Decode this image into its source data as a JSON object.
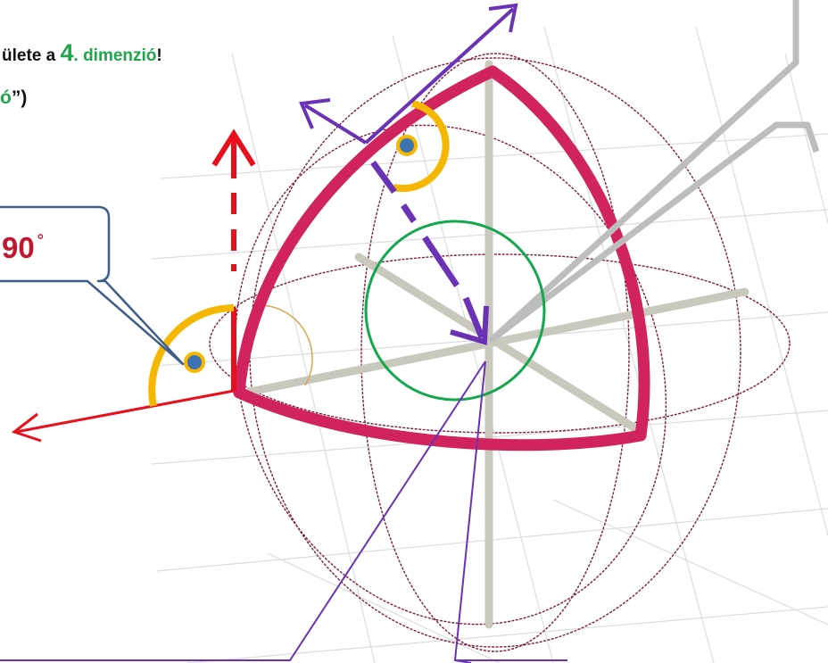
{
  "heading": {
    "line1_prefix": "ülete a ",
    "line1_number": "4",
    "line1_dot": ".",
    "line1_word": " dimenzió",
    "line1_bang": "!",
    "line2_green": "ó",
    "line2_rest": "”)"
  },
  "callout_angle": {
    "value": "90",
    "unit": "°"
  },
  "colors": {
    "sphere_wire": "#7a1f3d",
    "tube": "#d1245f",
    "axis": "#c8c8bd",
    "grid": "#d8dde2",
    "red_arrow": "#e8101c",
    "purple_arrow": "#6a33b5",
    "orange_arc": "#f5b700",
    "green_circle": "#13a84e",
    "callout_border": "#3f5f8a",
    "dot_fill": "#3c73b4",
    "heading_green": "#1fa64a",
    "heading_dark": "#111111",
    "angle_text": "#c0182f",
    "gray_pointer": "#bdbdbd"
  }
}
